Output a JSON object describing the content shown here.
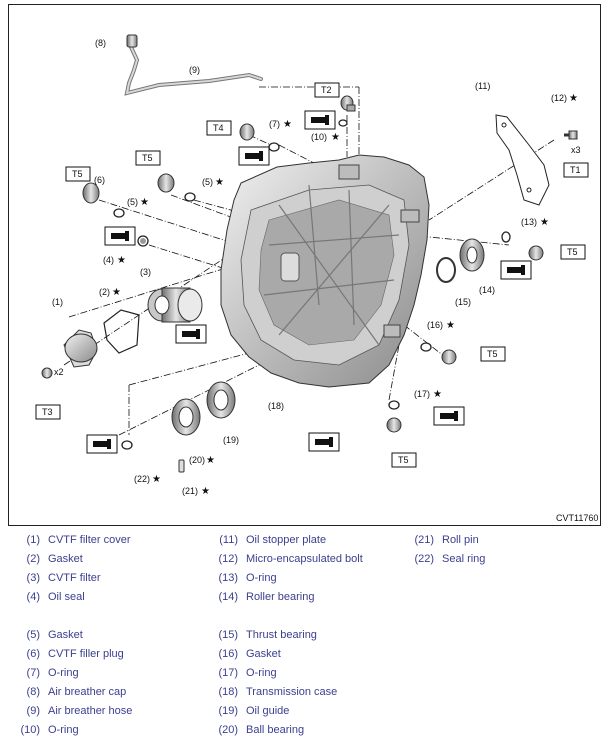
{
  "diagram": {
    "figure_code": "CVT11760",
    "callouts": {
      "c1": "(1)",
      "c2": "(2)",
      "c3": "(3)",
      "c4": "(4)",
      "c5a": "(5)",
      "c5b": "(5)",
      "c6": "(6)",
      "c7": "(7)",
      "c8": "(8)",
      "c9": "(9)",
      "c10": "(10)",
      "c11": "(11)",
      "c12": "(12)",
      "c13": "(13)",
      "c14": "(14)",
      "c15": "(15)",
      "c16": "(16)",
      "c17": "(17)",
      "c18": "(18)",
      "c19": "(19)",
      "c20": "(20)",
      "c21": "(21)",
      "c22": "(22)"
    },
    "torque_boxes": {
      "t1": "T1",
      "t2": "T2",
      "t3": "T3",
      "t4": "T4",
      "t5a": "T5",
      "t5b": "T5",
      "t5c": "T5",
      "t5d": "T5",
      "t5e": "T5"
    },
    "quantity_marks": {
      "x3": "x3",
      "x2": "x2"
    },
    "star_symbol": "★"
  },
  "legend": {
    "col1": [
      {
        "num": "(1)",
        "name": "CVTF filter cover"
      },
      {
        "num": "(2)",
        "name": "Gasket"
      },
      {
        "num": "(3)",
        "name": "CVTF filter"
      },
      {
        "num": "(4)",
        "name": "Oil seal"
      },
      {
        "num": "(5)",
        "name": "Gasket"
      },
      {
        "num": "(6)",
        "name": "CVTF filler plug"
      },
      {
        "num": "(7)",
        "name": "O-ring"
      },
      {
        "num": "(8)",
        "name": "Air breather cap"
      },
      {
        "num": "(9)",
        "name": "Air breather hose"
      },
      {
        "num": "(10)",
        "name": "O-ring"
      }
    ],
    "col2": [
      {
        "num": "(11)",
        "name": "Oil stopper plate"
      },
      {
        "num": "(12)",
        "name": "Micro-encapsulated bolt"
      },
      {
        "num": "(13)",
        "name": "O-ring"
      },
      {
        "num": "(14)",
        "name": "Roller bearing"
      },
      {
        "num": "(15)",
        "name": "Thrust bearing"
      },
      {
        "num": "(16)",
        "name": "Gasket"
      },
      {
        "num": "(17)",
        "name": "O-ring"
      },
      {
        "num": "(18)",
        "name": "Transmission case"
      },
      {
        "num": "(19)",
        "name": "Oil guide"
      },
      {
        "num": "(20)",
        "name": "Ball bearing"
      }
    ],
    "col3": [
      {
        "num": "(21)",
        "name": "Roll pin"
      },
      {
        "num": "(22)",
        "name": "Seal ring"
      }
    ]
  }
}
